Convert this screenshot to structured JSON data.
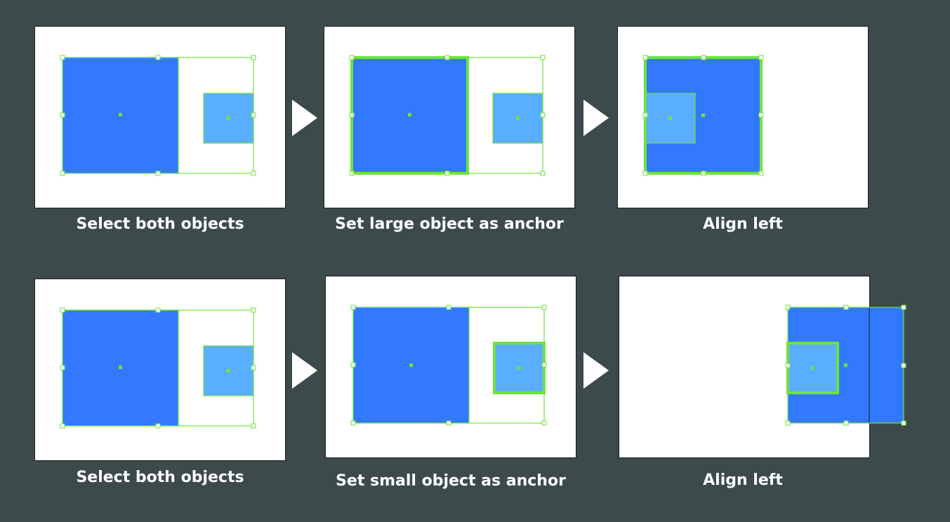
{
  "colors": {
    "background": "#3d4a4b",
    "large_object": "#3279ff",
    "small_object": "#5aaeff",
    "selection": "#6de33c"
  },
  "steps": [
    {
      "caption": "Select both objects"
    },
    {
      "caption": "Set large object as anchor"
    },
    {
      "caption": "Align left"
    },
    {
      "caption": "Select both objects"
    },
    {
      "caption": "Set small object as anchor"
    },
    {
      "caption": "Align left"
    }
  ],
  "arrows": [
    {
      "icon": "arrow-right-icon"
    },
    {
      "icon": "arrow-right-icon"
    },
    {
      "icon": "arrow-right-icon"
    },
    {
      "icon": "arrow-right-icon"
    }
  ]
}
